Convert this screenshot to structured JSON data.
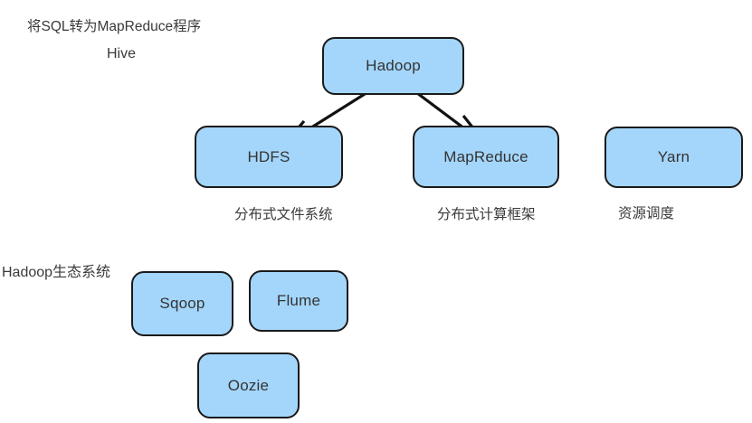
{
  "diagram": {
    "title_note": "将SQL转为MapReduce程序",
    "hive_label": "Hive",
    "ecosystem_label": "Hadoop生态系统",
    "colors": {
      "node_fill": "#a4d6fb",
      "node_border": "#1a1a1a",
      "text": "#333333",
      "edge": "#111111",
      "background": "#ffffff"
    },
    "nodes": [
      {
        "id": "hadoop",
        "label": "Hadoop"
      },
      {
        "id": "hdfs",
        "label": "HDFS",
        "caption": "分布式文件系统"
      },
      {
        "id": "mapreduce",
        "label": "MapReduce",
        "caption": "分布式计算框架"
      },
      {
        "id": "yarn",
        "label": "Yarn",
        "caption": "资源调度"
      },
      {
        "id": "sqoop",
        "label": "Sqoop"
      },
      {
        "id": "flume",
        "label": "Flume"
      },
      {
        "id": "oozie",
        "label": "Oozie"
      }
    ],
    "edges": [
      {
        "from": "hadoop",
        "to": "hdfs"
      },
      {
        "from": "hadoop",
        "to": "mapreduce"
      }
    ]
  }
}
